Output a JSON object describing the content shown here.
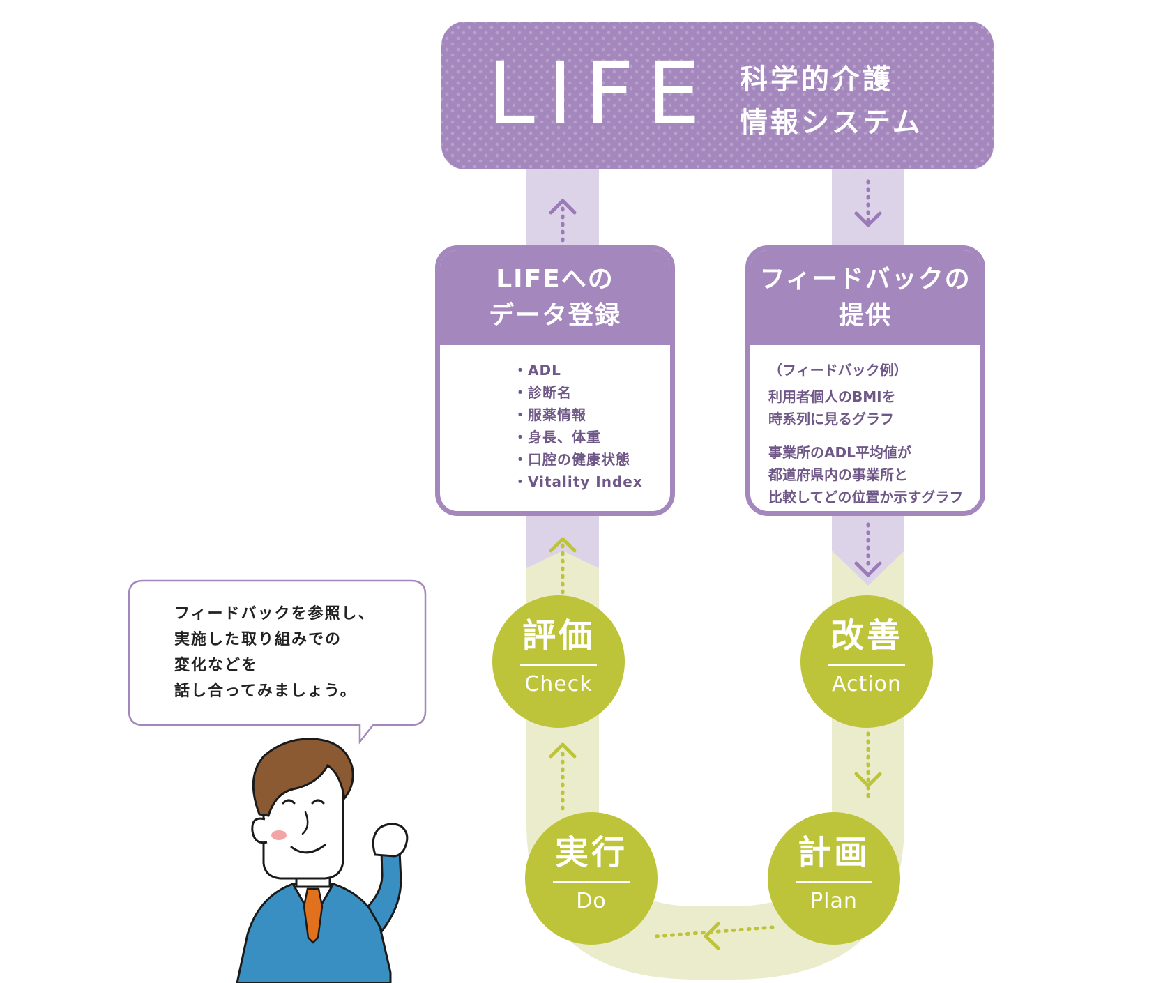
{
  "header": {
    "logo": "LIFE",
    "subtitle_lines": [
      "科学的介護",
      "情報システム"
    ]
  },
  "register_box": {
    "title_lines": [
      "LIFEへの",
      "データ登録"
    ],
    "items": [
      "ADL",
      "診断名",
      "服薬情報",
      "身長、体重",
      "口腔の健康状態",
      "Vitality Index"
    ]
  },
  "feedback_box": {
    "title_lines": [
      "フィードバックの",
      "提供"
    ],
    "example_label": "（フィードバック例）",
    "examples": [
      [
        "利用者個人のBMIを",
        "時系列に見るグラフ"
      ],
      [
        "事業所のADL平均値が",
        "都道府県内の事業所と",
        "比較してどの位置か示すグラフ"
      ]
    ]
  },
  "cycle": {
    "check": {
      "kanji": "評価",
      "en": "Check"
    },
    "action": {
      "kanji": "改善",
      "en": "Action"
    },
    "do": {
      "kanji": "実行",
      "en": "Do"
    },
    "plan": {
      "kanji": "計画",
      "en": "Plan"
    }
  },
  "speech": {
    "lines": [
      "フィードバックを参照し、",
      "実施した取り組みでの",
      "変化などを",
      "話し合ってみましょう。"
    ]
  },
  "colors": {
    "purple": "#a387bd",
    "light_purple": "#dcd3e8",
    "olive": "#bdc43a",
    "light_olive": "#ebeccb",
    "dot_purple": "#9a7bb8"
  }
}
